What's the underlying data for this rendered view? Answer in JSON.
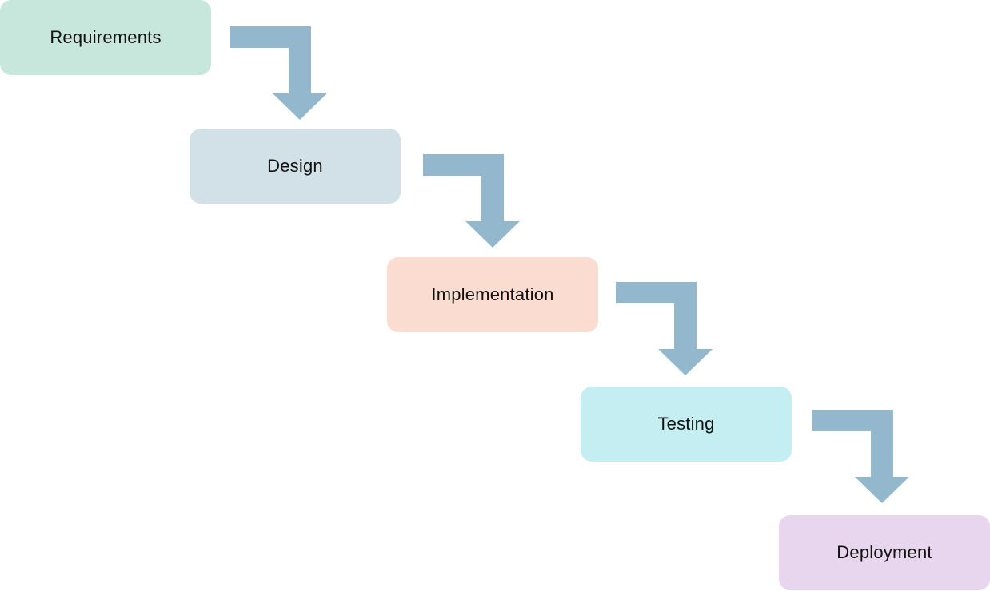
{
  "stages": [
    {
      "label": "Requirements",
      "color": "#c7e6dc"
    },
    {
      "label": "Design",
      "color": "#d2e1e8"
    },
    {
      "label": "Implementation",
      "color": "#fbdcd0"
    },
    {
      "label": "Testing",
      "color": "#c4eef2"
    },
    {
      "label": "Deployment",
      "color": "#e8d5ee"
    }
  ],
  "connectors": [
    {
      "from": "Requirements",
      "to": "Design",
      "icon": "elbow-arrow-down-right"
    },
    {
      "from": "Design",
      "to": "Implementation",
      "icon": "elbow-arrow-down-right"
    },
    {
      "from": "Implementation",
      "to": "Testing",
      "icon": "elbow-arrow-down-right"
    },
    {
      "from": "Testing",
      "to": "Deployment",
      "icon": "elbow-arrow-down-right"
    }
  ],
  "arrow_color": "#93b8cd"
}
